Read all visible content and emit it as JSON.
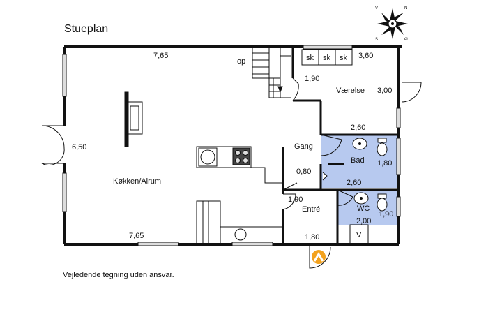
{
  "title": "Stueplan",
  "footer": "Vejledende tegning uden ansvar.",
  "compass": {
    "n": "N",
    "v": "V",
    "s": "S",
    "o": "Ø"
  },
  "colors": {
    "wet_room": "#b7c9ef",
    "wall": "#111111"
  },
  "rooms": {
    "living": "Køkken/Alrum",
    "bedroom": "Værelse",
    "hall": "Gang",
    "bath": "Bad",
    "wc": "WC",
    "entry": "Entré",
    "stairs_up": "op",
    "wardrobe": "sk",
    "v": "V"
  },
  "dimensions": {
    "top_width": "7,65",
    "bottom_width": "7,65",
    "left_height": "6,50",
    "bedroom_width": "3,60",
    "bedroom_height": "3,00",
    "bedroom_side": "1,90",
    "bath_width_top": "2,60",
    "bath_height": "1,80",
    "bath_width_bottom": "2,60",
    "hall_width": "0,80",
    "entry_side": "1,90",
    "entry_width": "1,80",
    "wc_width": "2,00",
    "wc_height": "1,90"
  }
}
